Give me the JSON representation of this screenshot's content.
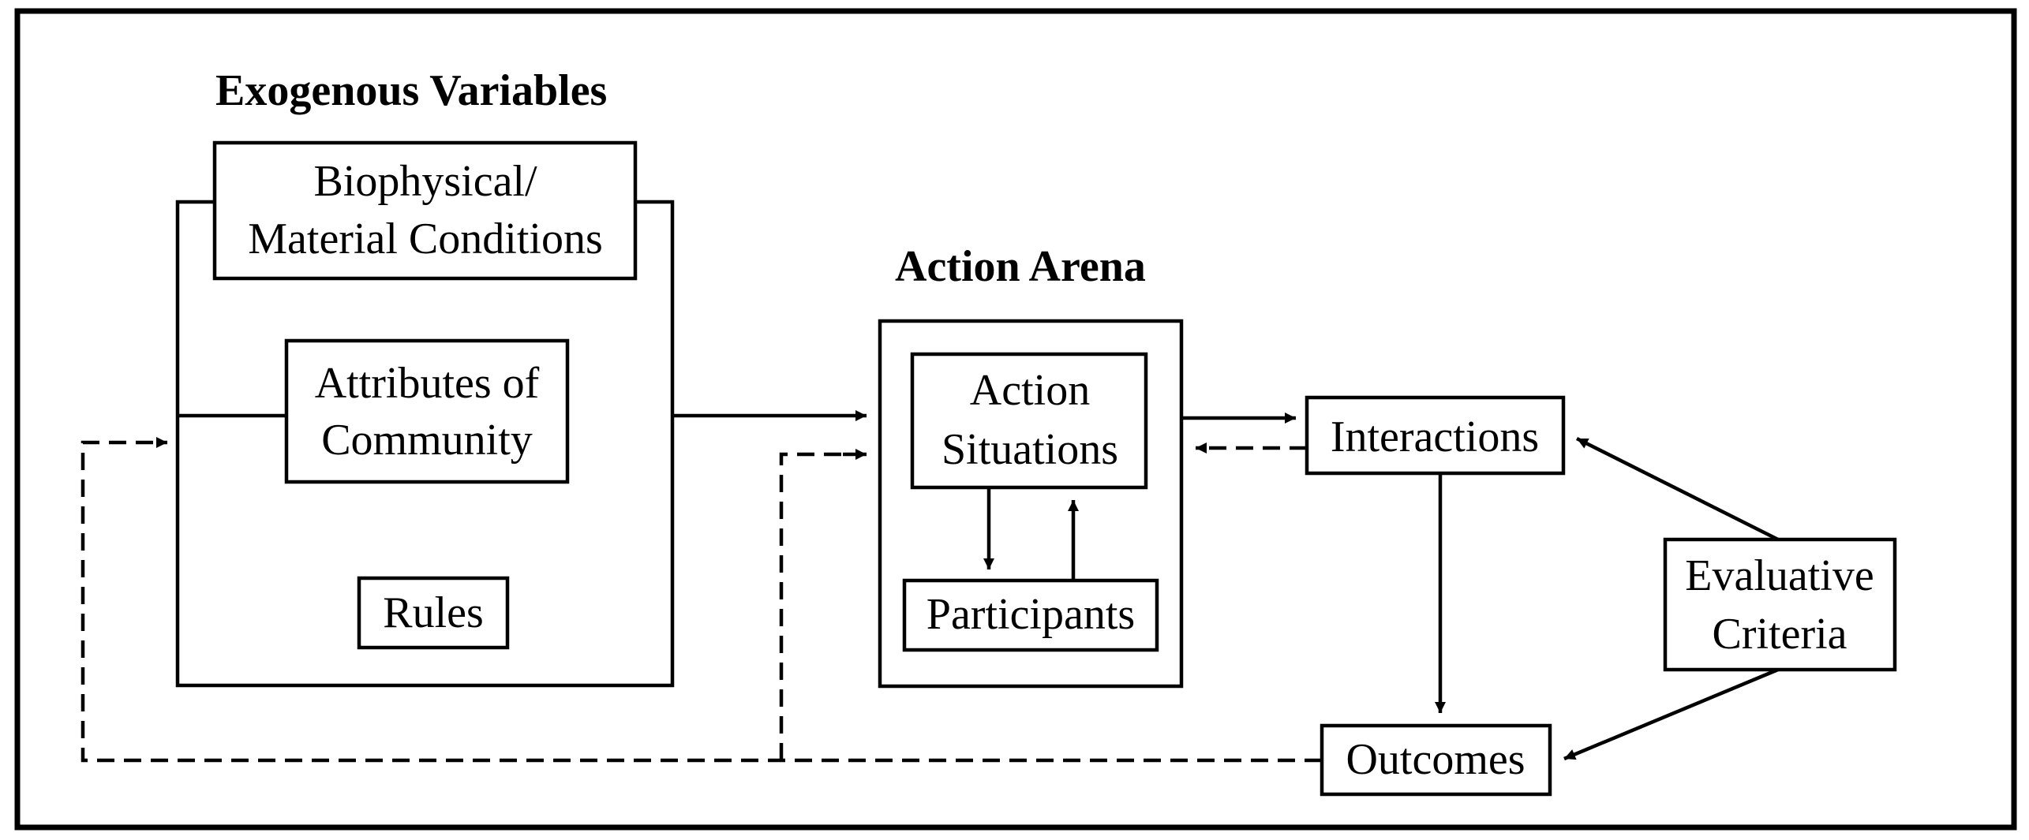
{
  "headers": {
    "exogenous": "Exogenous Variables",
    "arena": "Action Arena"
  },
  "boxes": {
    "biophysical": {
      "line1": "Biophysical/",
      "line2": "Material Conditions"
    },
    "community": {
      "line1": "Attributes of",
      "line2": "Community"
    },
    "rules": "Rules",
    "action_situations": {
      "line1": "Action",
      "line2": "Situations"
    },
    "participants": "Participants",
    "interactions": "Interactions",
    "evaluative": {
      "line1": "Evaluative",
      "line2": "Criteria"
    },
    "outcomes": "Outcomes"
  },
  "colors": {
    "ink": "#000000",
    "background": "#ffffff"
  }
}
